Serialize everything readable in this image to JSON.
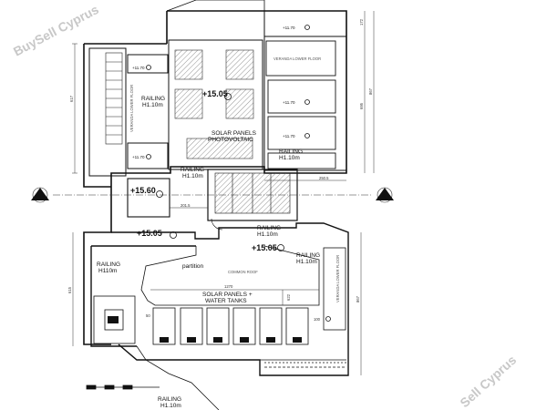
{
  "watermark": {
    "top_left": "BuySell Cyprus",
    "bottom_right": "Sell Cyprus"
  },
  "labels": {
    "solar_pv_1": "SOLAR PANELS",
    "solar_pv_2": "PHOTOVOLTAIC",
    "solar_wt_1": "SOLAR PANELS +",
    "solar_wt_2": "WATER TANKS",
    "railing": "RAILING",
    "h110m": "H1.10m",
    "h110m_alt": "H110m",
    "partition": "partition",
    "common_roof": "COMMON ROOF",
    "veranda_lower_floor": "VERANDA LOWER FLOOR",
    "section_mark": "A"
  },
  "levels": {
    "l1505a": "+15.05",
    "l1505b": "+15.05",
    "l1505c": "+15.05",
    "l1560": "+15.60",
    "l1170": "+11.70"
  },
  "dims": {
    "d617": "617",
    "d867": "867",
    "d2505": "250.5",
    "d2015": "201.5",
    "d1270": "1270",
    "d50": "50",
    "d100": "100",
    "d622": "622",
    "d172": "172",
    "d695": "695",
    "d615": "615"
  },
  "colors": {
    "line": "#111111",
    "hatch": "#777777",
    "watermark": "#c8c8c8"
  }
}
